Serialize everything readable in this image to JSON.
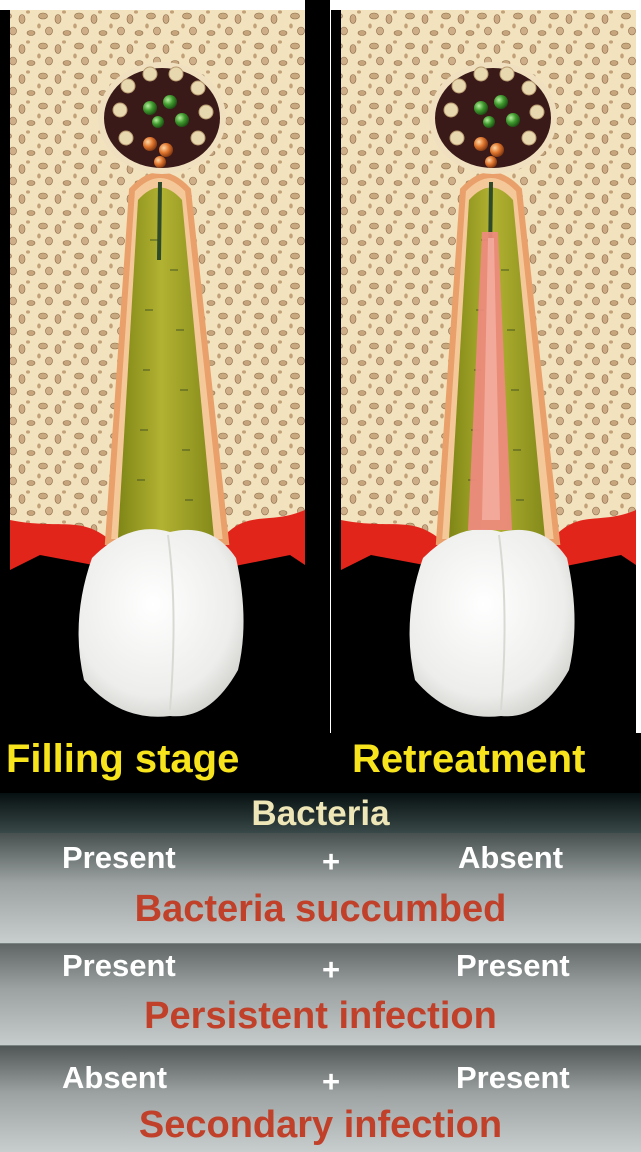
{
  "colors": {
    "stage_label": "#f8e41c",
    "header_text": "#efe6b8",
    "status_text": "#ffffff",
    "outcome_text": "#c0402a",
    "filling": "#a8a929",
    "bone": "#f2e2bd",
    "gum": "#e2251b",
    "crown": "#f4f4f2",
    "retreatment_canal": "#ec8a7c"
  },
  "panels": [
    {
      "stage_label": "Filling stage"
    },
    {
      "stage_label": "Retreatment"
    }
  ],
  "table": {
    "header": "Bacteria",
    "rows": [
      {
        "filling_stage": "Present",
        "operator": "+",
        "retreatment": "Absent",
        "outcome": "Bacteria succumbed"
      },
      {
        "filling_stage": "Present",
        "operator": "+",
        "retreatment": "Present",
        "outcome": "Persistent infection"
      },
      {
        "filling_stage": "Absent",
        "operator": "+",
        "retreatment": "Present",
        "outcome": "Secondary infection"
      }
    ]
  }
}
